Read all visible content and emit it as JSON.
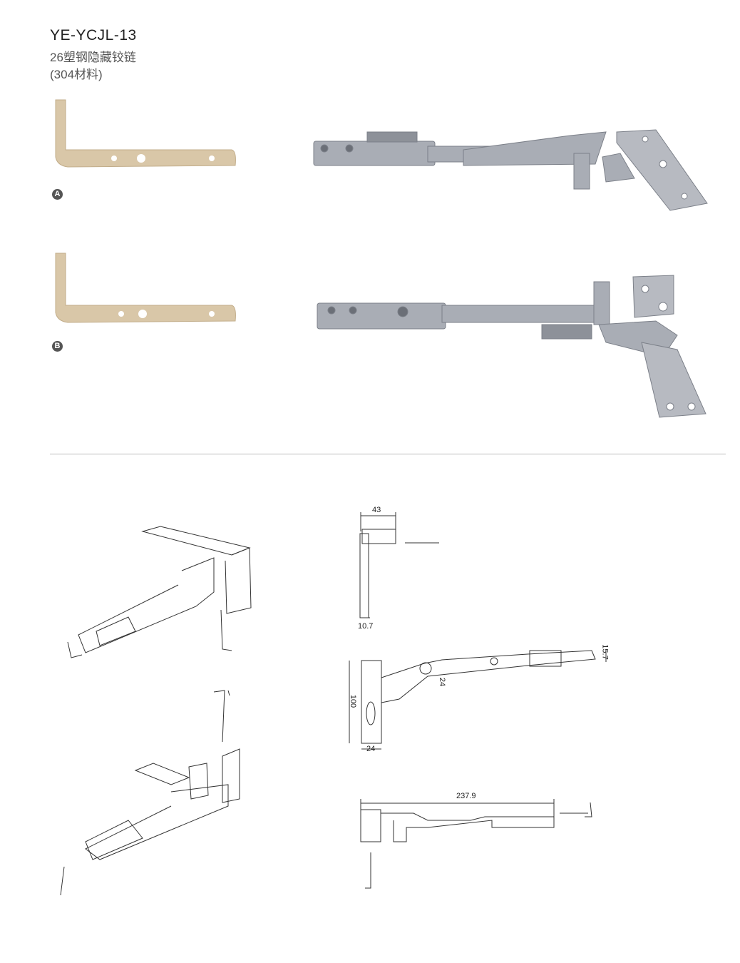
{
  "header": {
    "model": "YE-YCJL-13",
    "name": "26塑钢隐藏铰链",
    "material": "(304材料)"
  },
  "variants": [
    {
      "label": "A"
    },
    {
      "label": "B"
    }
  ],
  "dimensions": {
    "top_width": "43",
    "top_thickness": "10.7",
    "arm_height": "15.7",
    "arm_offset": "24",
    "plate_height": "100",
    "plate_width": "24",
    "total_length": "237.9"
  },
  "colors": {
    "bracket": "#d9c7a8",
    "metal": "#a9adb5",
    "line": "#333333"
  }
}
